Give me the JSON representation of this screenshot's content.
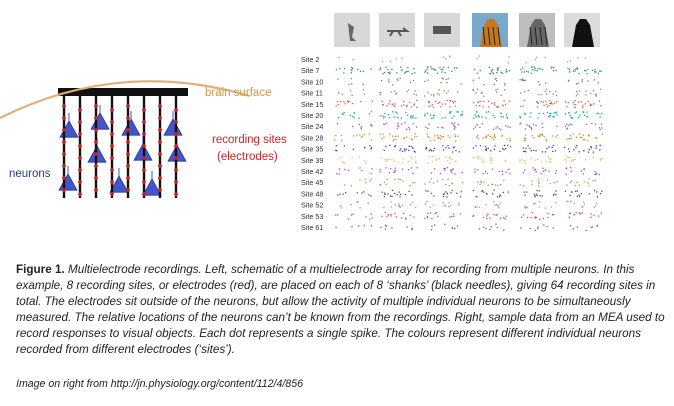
{
  "schematic": {
    "brain_surface_label": "brain surface",
    "recording_sites_label_line1": "recording sites",
    "recording_sites_label_line2": "(electrodes)",
    "neurons_label": "neurons",
    "shank_count": 8,
    "sites_per_shank": 8,
    "colors": {
      "surface": "#e0b07a",
      "surface_label": "#c79a55",
      "sites_label": "#cc2222",
      "neurons_label": "#2a3a9a",
      "neuron_fill": "#4455cc",
      "shank": "#111111",
      "site": "#d02020"
    }
  },
  "raster": {
    "stimuli": [
      {
        "name": "small-object-1"
      },
      {
        "name": "small-object-2"
      },
      {
        "name": "small-object-3"
      },
      {
        "name": "tiger-color"
      },
      {
        "name": "tiger-grayscale"
      },
      {
        "name": "tiger-silhouette"
      }
    ],
    "sites": [
      {
        "label": "Site  2",
        "color": "#9a9a9a",
        "density": 0.15
      },
      {
        "label": "Site  7",
        "color": "#2f9a4a",
        "density": 0.85
      },
      {
        "label": "Site 10",
        "color": "#777777",
        "density": 0.35
      },
      {
        "label": "Site 11",
        "color": "#8a8a6a",
        "density": 0.45
      },
      {
        "label": "Site 15",
        "color": "#d06040",
        "density": 0.8
      },
      {
        "label": "Site 20",
        "color": "#1aa6a6",
        "density": 0.8
      },
      {
        "label": "Site 24",
        "color": "#8a6aaa",
        "density": 0.55
      },
      {
        "label": "Site 28",
        "color": "#cc8a2a",
        "density": 0.75
      },
      {
        "label": "Site 35",
        "color": "#3a4aa0",
        "density": 0.7
      },
      {
        "label": "Site 39",
        "color": "#d8c46a",
        "density": 0.6
      },
      {
        "label": "Site 42",
        "color": "#b04ab0",
        "density": 0.55
      },
      {
        "label": "Site 45",
        "color": "#7ab04a",
        "density": 0.45
      },
      {
        "label": "Site 48",
        "color": "#555555",
        "density": 0.6
      },
      {
        "label": "Site 52",
        "color": "#7aa0c8",
        "density": 0.45
      },
      {
        "label": "Site 53",
        "color": "#d04a6a",
        "density": 0.55
      },
      {
        "label": "Site 61",
        "color": "#6a6a6a",
        "density": 0.3
      }
    ]
  },
  "caption": {
    "figure_label": "Figure 1.",
    "title_italic": "Multielectrode recordings.",
    "part1_italic": "Left, schematic of a multielectrode array for recording from multiple neurons. In this example, 8 recording sites, or electrodes (red), are placed on each of 8 ‘shanks’ (black needles), giving 64 recording sites in total. The electrodes sit outside of the neurons, but allow the activity of multiple individual neurons to be simultaneously measured. The relative locations of the neurons can’t be known from the recordings.",
    "part2_italic": "Right, sample data from an MEA used to record responses to visual objects. Each dot represents a single spike. The colours represent different individual neurons recorded from different electrodes (‘sites’).",
    "credit": "Image on right from http://jn.physiology.org/content/112/4/856"
  }
}
